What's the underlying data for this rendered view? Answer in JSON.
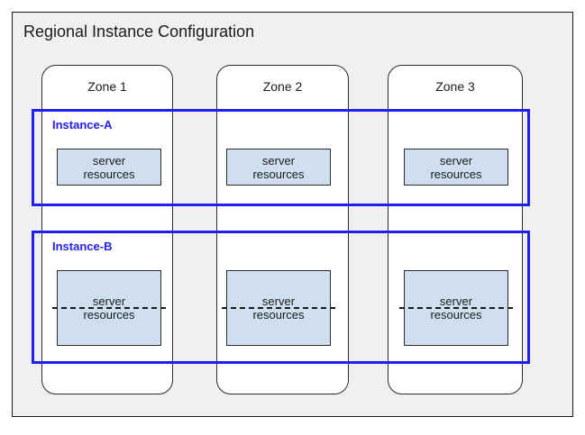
{
  "diagram": {
    "title": "Regional Instance Configuration",
    "colors": {
      "instance_blue": "#2222ee",
      "frame_blue": "#1f20ee",
      "server_fill": "#cfdff0",
      "region_bg": "#f0f0f0",
      "outline": "#1a1a1a"
    },
    "zones": [
      {
        "label": "Zone 1"
      },
      {
        "label": "Zone 2"
      },
      {
        "label": "Zone 3"
      }
    ],
    "instances": [
      {
        "label": "Instance-A",
        "split": false,
        "servers": [
          {
            "text": "server\nresources"
          },
          {
            "text": "server\nresources"
          },
          {
            "text": "server\nresources"
          }
        ]
      },
      {
        "label": "Instance-B",
        "split": true,
        "servers": [
          {
            "text": "server\nresources"
          },
          {
            "text": "server\nresources"
          },
          {
            "text": "server\nresources"
          }
        ]
      }
    ]
  }
}
